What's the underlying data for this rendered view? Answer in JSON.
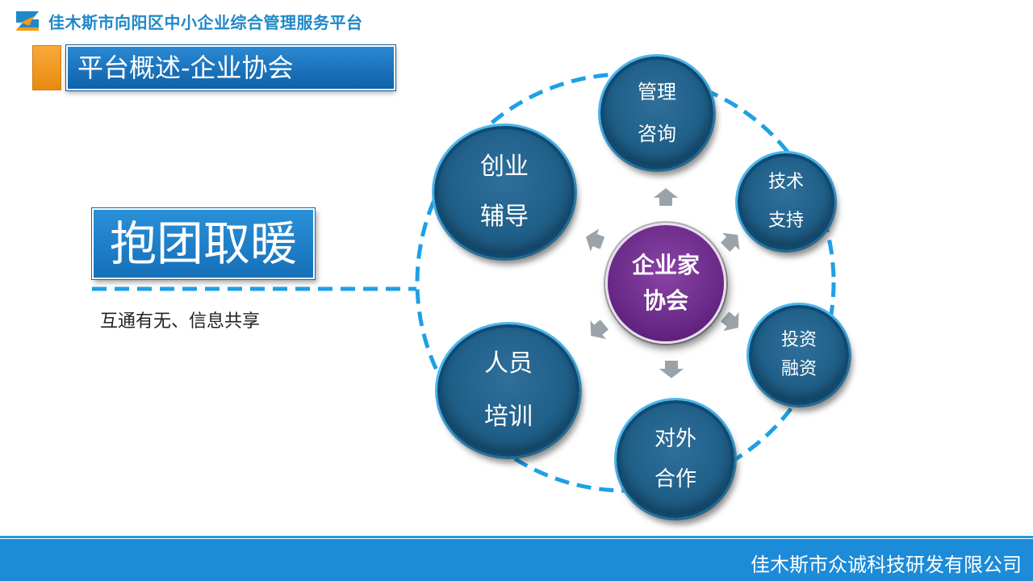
{
  "header": {
    "title": "佳木斯市向阳区中小企业综合管理服务平台",
    "logo_colors": [
      "#1e88c9",
      "#f39c12"
    ]
  },
  "section": {
    "title": "平台概述-企业协会"
  },
  "slogan": {
    "title": "抱团取暖",
    "subtitle": "互通有无、信息共享"
  },
  "diagram": {
    "center": {
      "line1": "企业家",
      "line2": "协会"
    },
    "nodes": [
      {
        "id": "consulting",
        "line1": "管理",
        "line2": "咨询"
      },
      {
        "id": "tech",
        "line1": "技术",
        "line2": "支持"
      },
      {
        "id": "finance",
        "line1": "投资",
        "line2": "融资"
      },
      {
        "id": "cooperation",
        "line1": "对外",
        "line2": "合作"
      },
      {
        "id": "training",
        "line1": "人员",
        "line2": "培训"
      },
      {
        "id": "startup",
        "line1": "创业",
        "line2": "辅导"
      }
    ],
    "colors": {
      "node": "#1f5f88",
      "center": "#6a2a88",
      "ring": "#1ea0e6",
      "arrow": "#9aa3aa"
    }
  },
  "footer": {
    "company": "佳木斯市众诚科技研发有限公司"
  }
}
